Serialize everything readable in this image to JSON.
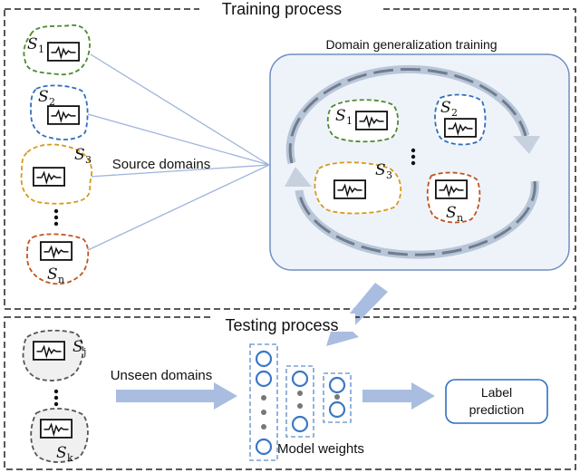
{
  "training": {
    "title": "Training process",
    "source_label": "Source domains",
    "dg_title": "Domain generalization training"
  },
  "testing": {
    "title": "Testing process",
    "unseen_label": "Unseen domains",
    "weights_label": "Model weights",
    "output_label_line1": "Label",
    "output_label_line2": "prediction"
  },
  "domains": {
    "s1": "S",
    "s1_sub": "1",
    "s2": "S",
    "s2_sub": "2",
    "s3": "S",
    "s3_sub": "3",
    "sn": "S",
    "sn_sub": "n",
    "sj": "S",
    "sj_sub": "j",
    "sk": "S",
    "sk_sub": "k"
  },
  "colors": {
    "green": "#4e8a2e",
    "blue": "#2f6fbf",
    "orange": "#d99a1a",
    "rust": "#c2541c",
    "gray": "#555555",
    "panel_fill": "#eef3fa",
    "panel_stroke": "#6f8fbf",
    "arrow": "#a9bde0",
    "node": "#3b78c4"
  }
}
